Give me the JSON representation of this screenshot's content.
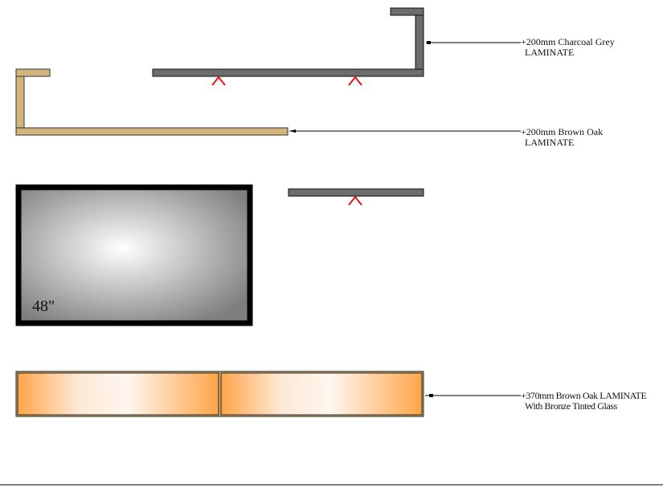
{
  "colors": {
    "charcoal": "#6b6c6e",
    "brown_oak": "#d2b47c",
    "bracket": "#e8131b",
    "glass_orange": "#ffa54a"
  },
  "labels": {
    "charcoal_line1": "+200mm Charcoal Grey",
    "charcoal_line2": "LAMINATE",
    "oak_line1": "+200mm Brown Oak",
    "oak_line2": "LAMINATE",
    "glass_line1": "+370mm Brown Oak LAMINATE",
    "glass_line2": "With Bronze Tinted Glass"
  },
  "tv": {
    "size": "48\""
  }
}
